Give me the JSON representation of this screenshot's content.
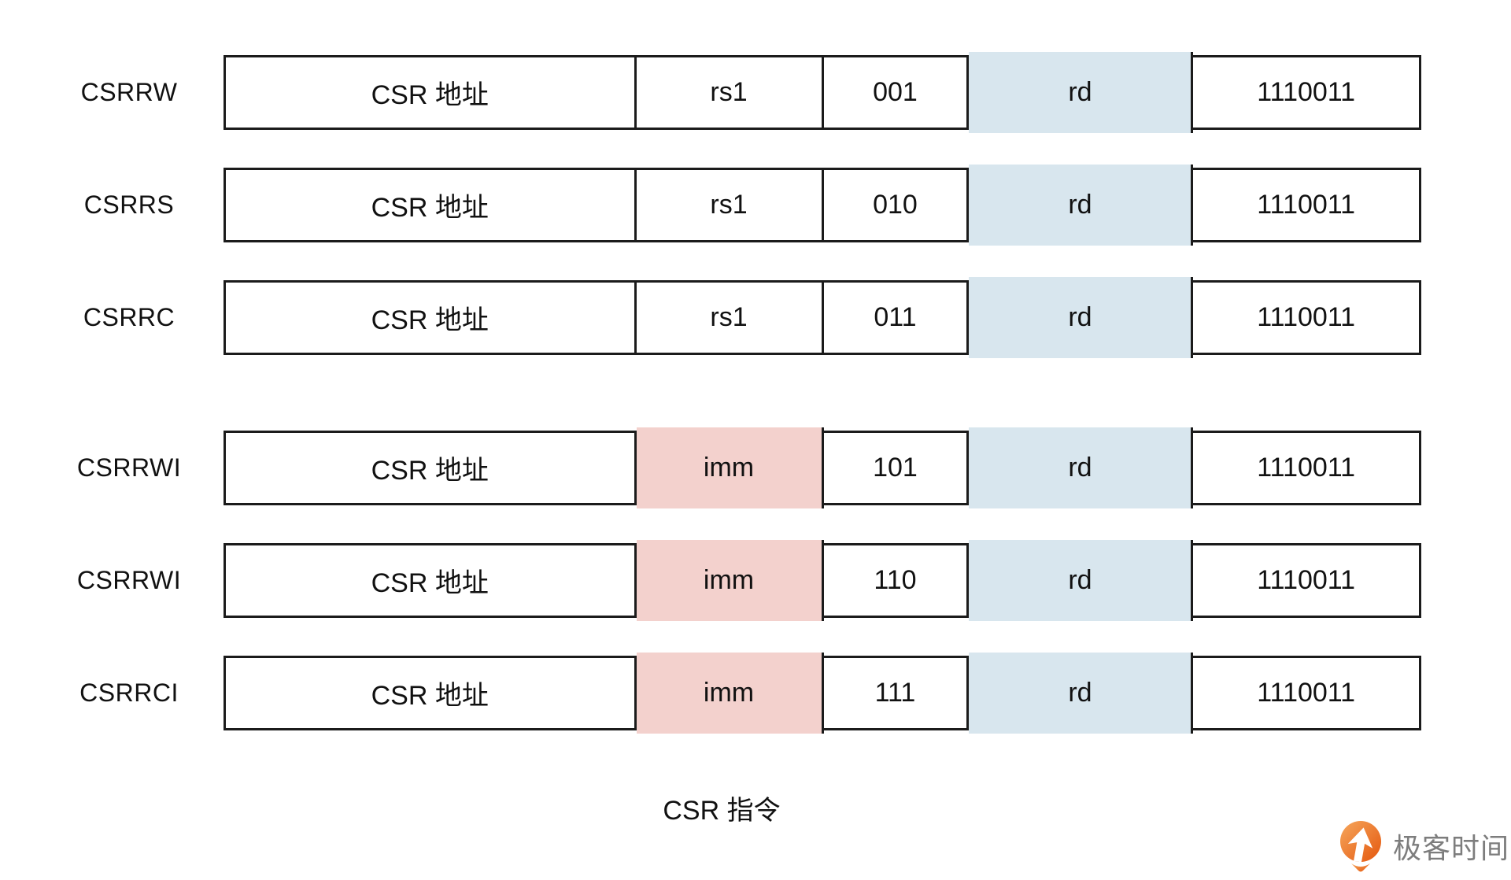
{
  "caption": "CSR 指令",
  "colors": {
    "border": "#1b1b1b",
    "rd_highlight": "#d8e6ee",
    "imm_highlight": "#f3d1cd",
    "brand_orange_light": "#f6a75c",
    "brand_orange_dark": "#e4570e",
    "brand_text": "#7d7d7d"
  },
  "rows": [
    {
      "label": "CSRRW",
      "fields": {
        "csr": "CSR 地址",
        "src": "rs1",
        "funct3": "001",
        "rd": "rd",
        "opcode": "1110011"
      },
      "src_highlighted": false
    },
    {
      "label": "CSRRS",
      "fields": {
        "csr": "CSR 地址",
        "src": "rs1",
        "funct3": "010",
        "rd": "rd",
        "opcode": "1110011"
      },
      "src_highlighted": false
    },
    {
      "label": "CSRRC",
      "fields": {
        "csr": "CSR 地址",
        "src": "rs1",
        "funct3": "011",
        "rd": "rd",
        "opcode": "1110011"
      },
      "src_highlighted": false
    },
    {
      "label": "CSRRWI",
      "fields": {
        "csr": "CSR 地址",
        "src": "imm",
        "funct3": "101",
        "rd": "rd",
        "opcode": "1110011"
      },
      "src_highlighted": true
    },
    {
      "label": "CSRRWI",
      "fields": {
        "csr": "CSR 地址",
        "src": "imm",
        "funct3": "110",
        "rd": "rd",
        "opcode": "1110011"
      },
      "src_highlighted": true
    },
    {
      "label": "CSRRCI",
      "fields": {
        "csr": "CSR 地址",
        "src": "imm",
        "funct3": "111",
        "rd": "rd",
        "opcode": "1110011"
      },
      "src_highlighted": true
    }
  ],
  "watermark": {
    "brand": "极客时间"
  }
}
